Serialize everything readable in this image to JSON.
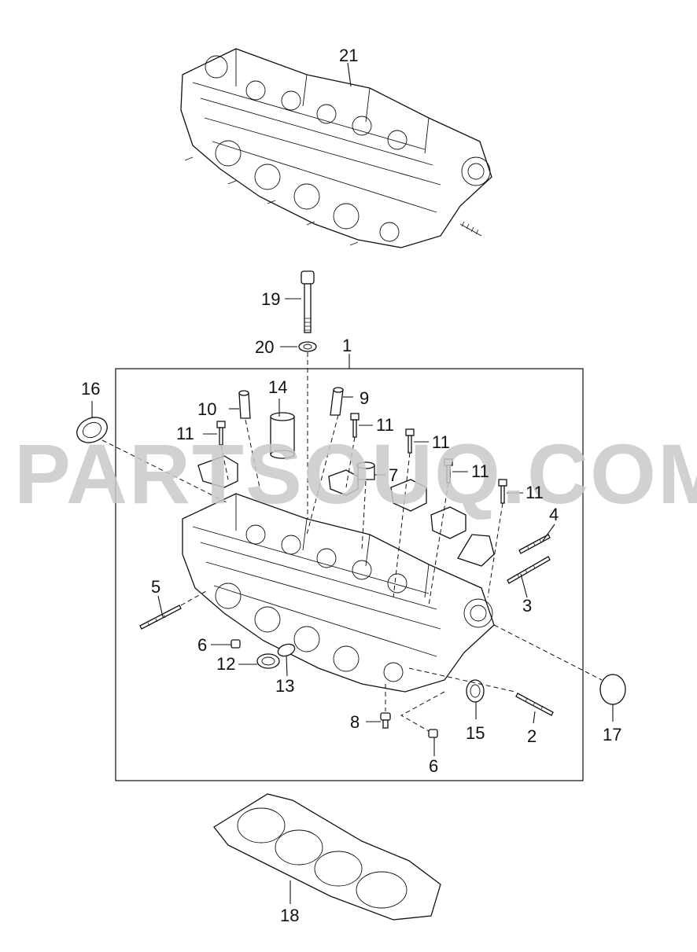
{
  "watermark": "PARTSOUQ.COM",
  "labels": {
    "p1": "1",
    "p2": "2",
    "p3": "3",
    "p4": "4",
    "p5": "5",
    "p6a": "6",
    "p6b": "6",
    "p7": "7",
    "p8": "8",
    "p9": "9",
    "p10": "10",
    "p11a": "11",
    "p11b": "11",
    "p11c": "11",
    "p11d": "11",
    "p11e": "11",
    "p12": "12",
    "p13": "13",
    "p14": "14",
    "p15": "15",
    "p16": "16",
    "p17": "17",
    "p18": "18",
    "p19": "19",
    "p20": "20",
    "p21": "21"
  }
}
